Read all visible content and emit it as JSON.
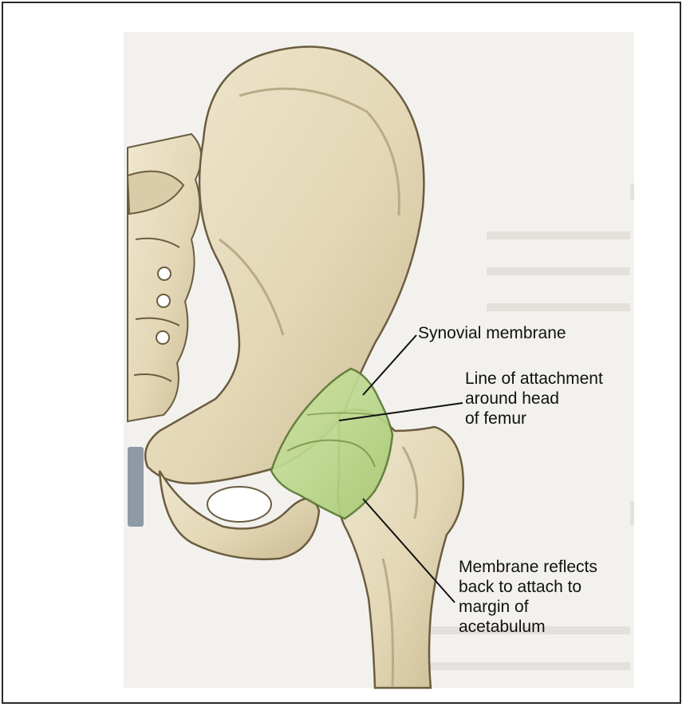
{
  "figure": {
    "labels": {
      "synovial_membrane": "Synovial membrane",
      "line_of_attachment": [
        "Line of attachment",
        "around head",
        "of femur"
      ],
      "membrane_reflects": [
        "Membrane reflects",
        "back to attach to",
        "margin of",
        "acetabulum"
      ]
    },
    "colors": {
      "bone": "#e6dcc0",
      "bone_shadow": "#b9ab86",
      "bone_outline": "#6b5d40",
      "synovial_membrane": "#b9d98a",
      "membrane_outline": "#5b7a34",
      "background_page": "#f3f1ee",
      "spine_bar": "#8f9aa6",
      "leader_line": "#111111"
    }
  }
}
